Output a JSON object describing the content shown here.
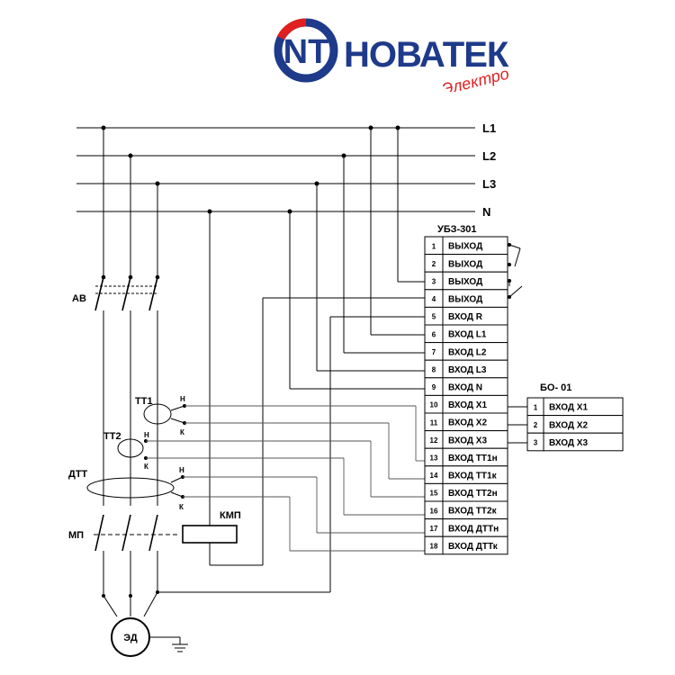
{
  "logo": {
    "monogram": "NT",
    "brand": "НОВАТЕК",
    "sub": "Электро",
    "colors": {
      "blue": "#1e3a8a",
      "red": "#e02020"
    }
  },
  "buses": [
    "L1",
    "L2",
    "L3",
    "N"
  ],
  "device_main": {
    "title": "УБЗ-301",
    "terminals": [
      {
        "n": "1",
        "label": "ВЫХОД"
      },
      {
        "n": "2",
        "label": "ВЫХОД"
      },
      {
        "n": "3",
        "label": "ВЫХОД"
      },
      {
        "n": "4",
        "label": "ВЫХОД"
      },
      {
        "n": "5",
        "label": "ВХОД  R"
      },
      {
        "n": "6",
        "label": "ВХОД  L1"
      },
      {
        "n": "7",
        "label": "ВХОД  L2"
      },
      {
        "n": "8",
        "label": "ВХОД  L3"
      },
      {
        "n": "9",
        "label": "ВХОД  N"
      },
      {
        "n": "10",
        "label": "ВХОД  Х1"
      },
      {
        "n": "11",
        "label": "ВХОД  Х2"
      },
      {
        "n": "12",
        "label": "ВХОД  Х3"
      },
      {
        "n": "13",
        "label": "ВХОД  ТТ1н"
      },
      {
        "n": "14",
        "label": "ВХОД  ТТ1к"
      },
      {
        "n": "15",
        "label": "ВХОД  ТТ2н"
      },
      {
        "n": "16",
        "label": "ВХОД  ТТ2к"
      },
      {
        "n": "17",
        "label": "ВХОД  ДТТн"
      },
      {
        "n": "18",
        "label": "ВХОД  ДТТк"
      }
    ]
  },
  "device_bo": {
    "title": "БО- 01",
    "terminals": [
      {
        "n": "1",
        "label": "ВХОД  Х1"
      },
      {
        "n": "2",
        "label": "ВХОД  Х2"
      },
      {
        "n": "3",
        "label": "ВХОД  Х3"
      }
    ]
  },
  "labels": {
    "breaker": "АВ",
    "ct1": "ТТ1",
    "ct2": "ТТ2",
    "dtt": "ДТТ",
    "starter": "МП",
    "coil": "КМП",
    "motor": "ЭД",
    "ct_start": "Н",
    "ct_end": "К"
  }
}
